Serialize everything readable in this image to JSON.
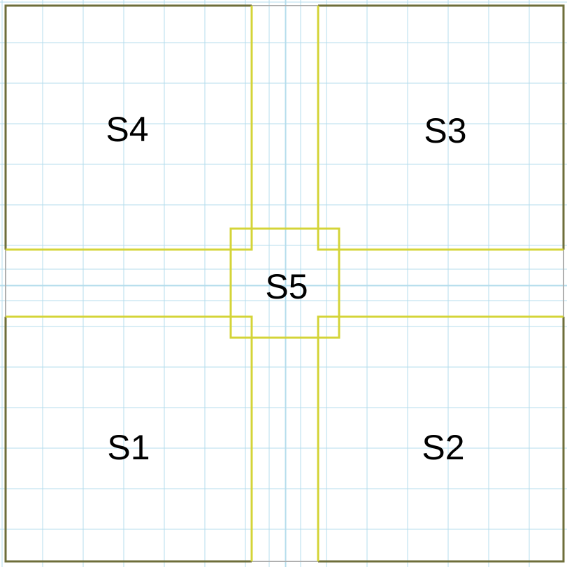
{
  "colors": {
    "background": "#ffffff",
    "grid": "#b4dcec",
    "outer_frame": "#b0b0b0",
    "region_border": "#d4d438",
    "region_border_dark": "#6e6e3a",
    "label": "#000000"
  },
  "regions": {
    "s1": {
      "label": "S1"
    },
    "s2": {
      "label": "S2"
    },
    "s3": {
      "label": "S3"
    },
    "s4": {
      "label": "S4"
    },
    "s5": {
      "label": "S5"
    }
  }
}
